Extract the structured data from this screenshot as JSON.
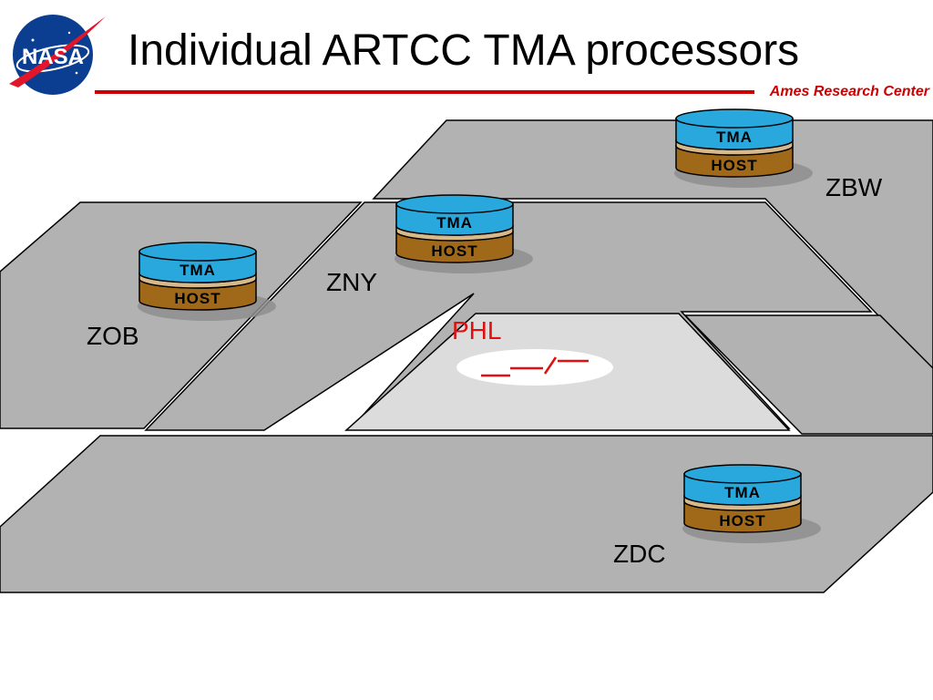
{
  "slide": {
    "title": "Individual ARTCC TMA processors",
    "org": "Ames Research Center",
    "logo_text": "NASA"
  },
  "zones": [
    {
      "name": "ZBW"
    },
    {
      "name": "ZNY"
    },
    {
      "name": "ZOB"
    },
    {
      "name": "PHL"
    },
    {
      "name": "ZDC"
    }
  ],
  "processor": {
    "top_label": "TMA",
    "bottom_label": "HOST"
  },
  "colors": {
    "accent_red": "#cc0000",
    "region_gray": "#b2b2b2",
    "phl_gray": "#dcdcdc",
    "tma_blue": "#29a8dd",
    "host_brown": "#a0691a"
  }
}
